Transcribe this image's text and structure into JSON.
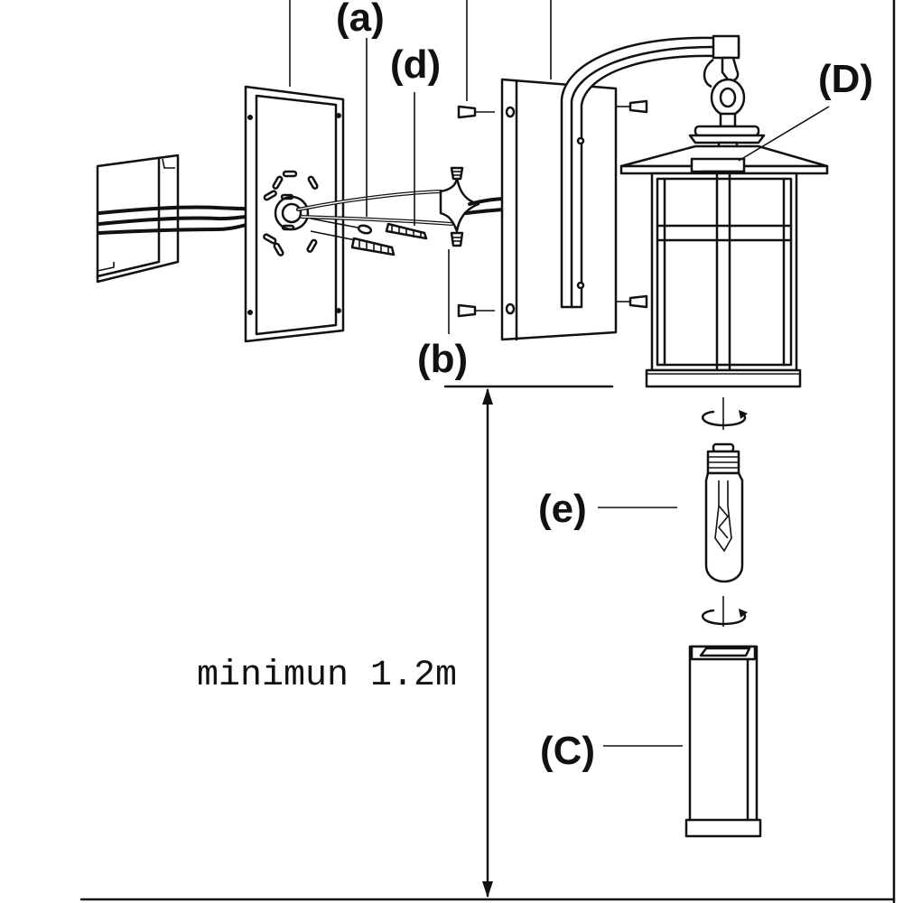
{
  "labels": {
    "a": "(a)",
    "b": "(b)",
    "C": "(C)",
    "d": "(d)",
    "D": "(D)",
    "e": "(e)"
  },
  "dimension": {
    "text": "minimun 1.2m"
  }
}
